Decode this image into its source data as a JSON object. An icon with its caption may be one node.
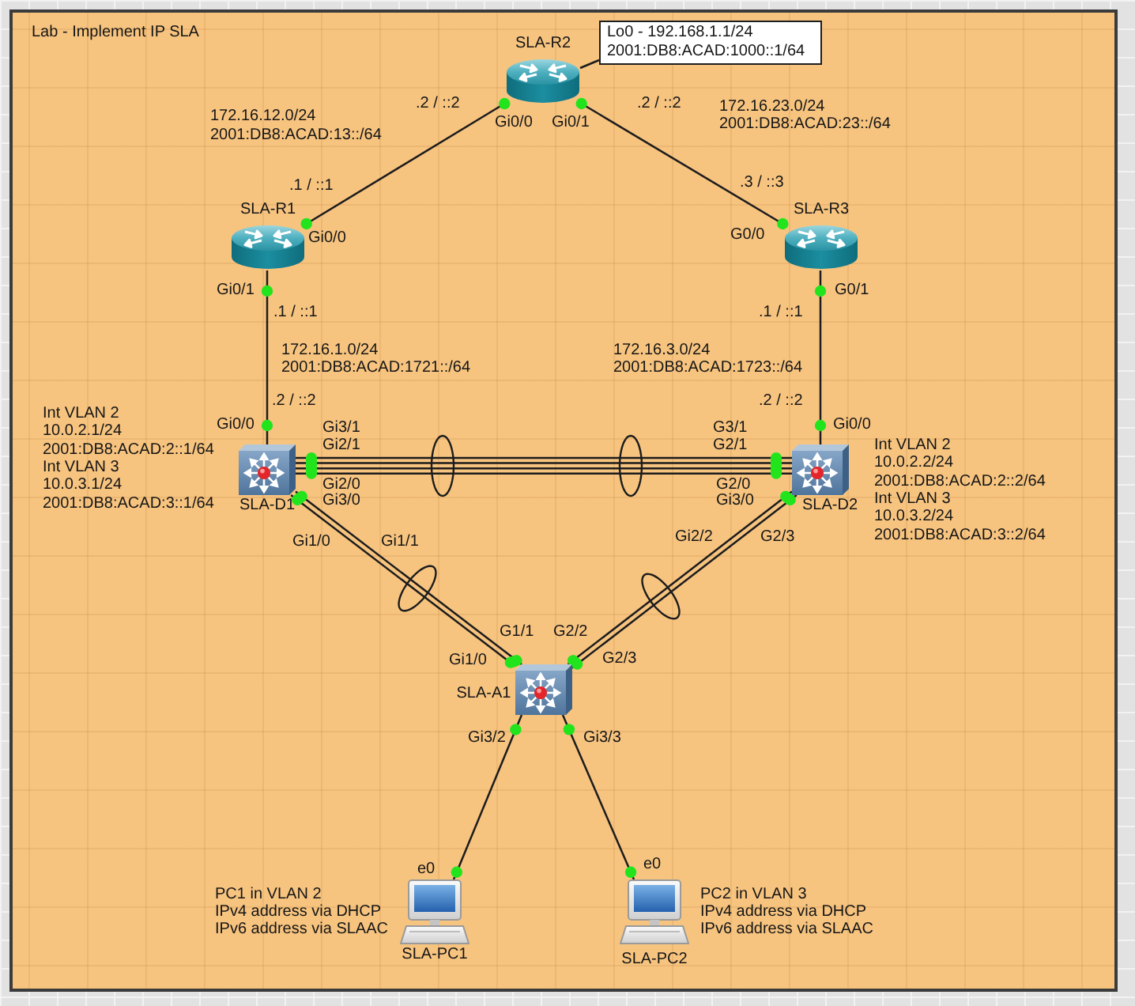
{
  "diagram": {
    "title": "Lab - Implement IP SLA",
    "nodes": [
      {
        "text": [
          "SLA-R2"
        ]
      },
      {
        "text": [
          "Lo0 - 192.168.1.1/24",
          "2001:DB8:ACAD:1000::1/64"
        ]
      },
      {
        "text": [
          "SLA-R1"
        ]
      },
      {
        "text": [
          "SLA-R3"
        ]
      },
      {
        "text": [
          "SLA-D1"
        ],
        "beside": [
          "Int VLAN 2",
          "10.0.2.1/24",
          "2001:DB8:ACAD:2::1/64",
          "Int VLAN 3",
          "10.0.3.1/24",
          "2001:DB8:ACAD:3::1/64"
        ]
      },
      {
        "text": [
          "SLA-D2"
        ],
        "beside": [
          "Int VLAN 2",
          "10.0.2.2/24",
          "2001:DB8:ACAD:2::2/64",
          "Int VLAN 3",
          "10.0.3.2/24",
          "2001:DB8:ACAD:3::2/64"
        ]
      },
      {
        "text": [
          "SLA-A1"
        ]
      },
      {
        "text": [
          "SLA-PC1"
        ],
        "beside": [
          "PC1 in VLAN 2",
          "IPv4 address via DHCP",
          "IPv6 address via SLAAC"
        ]
      },
      {
        "text": [
          "SLA-PC2"
        ],
        "beside": [
          "PC2 in VLAN 3",
          "IPv4 address via DHCP",
          "IPv6 address via SLAAC"
        ]
      }
    ],
    "edges": [
      {
        "from": 0,
        "to": 2,
        "arrow": "none"
      },
      {
        "from": 0,
        "to": 3,
        "arrow": "none"
      },
      {
        "from": 1,
        "to": 0,
        "arrow": "none"
      },
      {
        "from": 2,
        "to": 4,
        "arrow": "none"
      },
      {
        "from": 3,
        "to": 5,
        "arrow": "none"
      },
      {
        "from": 4,
        "to": 5,
        "arrow": "none"
      },
      {
        "from": 4,
        "to": 5,
        "arrow": "none"
      },
      {
        "from": 4,
        "to": 5,
        "arrow": "none"
      },
      {
        "from": 4,
        "to": 5,
        "arrow": "none"
      },
      {
        "from": 4,
        "to": 6,
        "arrow": "none"
      },
      {
        "from": 4,
        "to": 6,
        "arrow": "none"
      },
      {
        "from": 5,
        "to": 6,
        "arrow": "none"
      },
      {
        "from": 5,
        "to": 6,
        "arrow": "none"
      },
      {
        "from": 6,
        "to": 7,
        "arrow": "none"
      },
      {
        "from": 6,
        "to": 8,
        "arrow": "none"
      }
    ],
    "labels": [
      ".2 / ::2",
      ".2 / ::2",
      "172.16.23.0/24",
      "2001:DB8:ACAD:23::/64",
      "172.16.12.0/24",
      "2001:DB8:ACAD:13::/64",
      "Gi0/0",
      "Gi0/1",
      ".1 / ::1",
      ".3 / ::3",
      "Gi0/0",
      "G0/0",
      "Gi0/1",
      "G0/1",
      ".1 / ::1",
      ".1 / ::1",
      "172.16.1.0/24",
      "2001:DB8:ACAD:1721::/64",
      "172.16.3.0/24",
      "2001:DB8:ACAD:1723::/64",
      ".2 / ::2",
      ".2 / ::2",
      "Gi0/0",
      "Gi3/1",
      "G3/1",
      "Gi0/0",
      "Gi2/1",
      "G2/1",
      "Gi2/0",
      "G2/0",
      "Gi3/0",
      "Gi3/0",
      "Gi1/0",
      "Gi1/1",
      "Gi2/2",
      "G2/3",
      "G1/1",
      "G2/2",
      "Gi1/0",
      "G2/3",
      "Gi3/2",
      "Gi3/3",
      "e0",
      "e0"
    ]
  }
}
